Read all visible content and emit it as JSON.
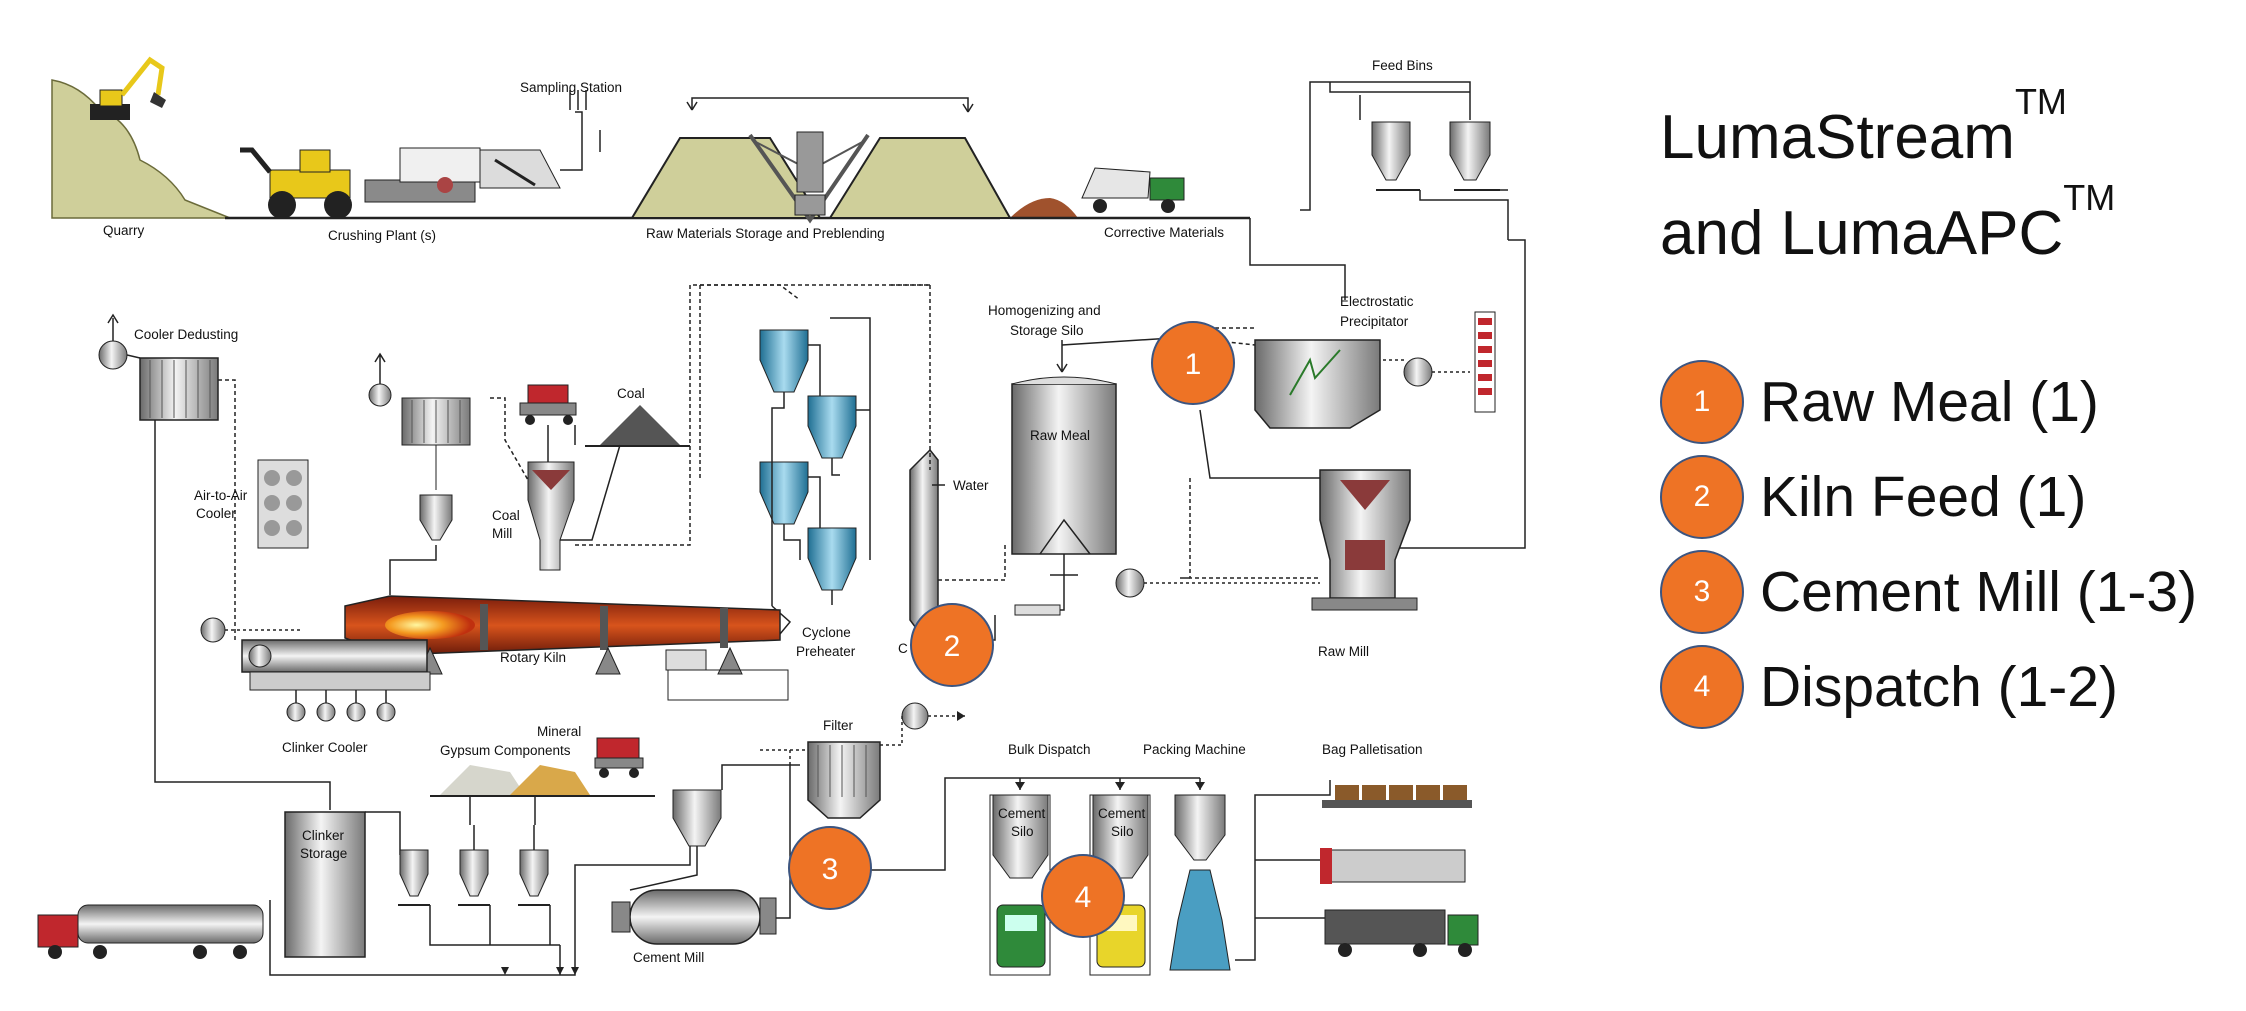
{
  "title": {
    "line1": "LumaStream",
    "line1_sup": "TM",
    "line2": "and LumaAPC",
    "line2_sup": "TM"
  },
  "legend": [
    {
      "num": "1",
      "label": "Raw Meal (1)"
    },
    {
      "num": "2",
      "label": "Kiln Feed (1)"
    },
    {
      "num": "3",
      "label": "Cement Mill (1-3)"
    },
    {
      "num": "4",
      "label": "Dispatch (1-2)"
    }
  ],
  "badges": {
    "b1": "1",
    "b2": "2",
    "b3": "3",
    "b4": "4"
  },
  "diagram_labels": {
    "quarry": "Quarry",
    "crushing_plant": "Crushing Plant (s)",
    "sampling_station": "Sampling Station",
    "raw_storage": "Raw Materials Storage  and Preblending",
    "corrective_materials": "Corrective Materials",
    "feed_bins": "Feed Bins",
    "electrostatic_1": "Electrostatic",
    "electrostatic_2": "Precipitator",
    "homogenizing_1": "Homogenizing and",
    "homogenizing_2": "Storage Silo",
    "raw_meal_silo": "Raw Meal",
    "cooler_dedusting": "Cooler Dedusting",
    "coal": "Coal",
    "coal_mill_1": "Coal",
    "coal_mill_2": "Mill",
    "air_cooler_1": "Air-to-Air",
    "air_cooler_2": "Cooler",
    "water": "Water",
    "cyclone_1": "Cyclone",
    "cyclone_2": "Preheater",
    "rotary_kiln": "Rotary Kiln",
    "raw_mill": "Raw Mill",
    "clinker_cooler": "Clinker Cooler",
    "mineral_1": "Mineral",
    "mineral_2": "Gypsum  Components",
    "filter": "Filter",
    "bulk_dispatch": "Bulk Dispatch",
    "packing_machine": "Packing Machine",
    "bag_palletisation": "Bag Palletisation",
    "clinker_storage_1": "Clinker",
    "clinker_storage_2": "Storage",
    "cement_mill": "Cement Mill",
    "cement_silo_1": "Cement",
    "cement_silo_2": "Silo",
    "partial_c": "C"
  },
  "colors": {
    "badge": "#ee7325",
    "badge_border": "#3c5580",
    "hill": "#cfcf9a",
    "kiln": "#b83a1a",
    "cyclone": "#4a9ec2",
    "truck_red": "#c0272d",
    "truck_green": "#2f8a3a",
    "truck_yellow": "#e8d52a",
    "coal": "#555555",
    "corrective": "#a0522d"
  }
}
